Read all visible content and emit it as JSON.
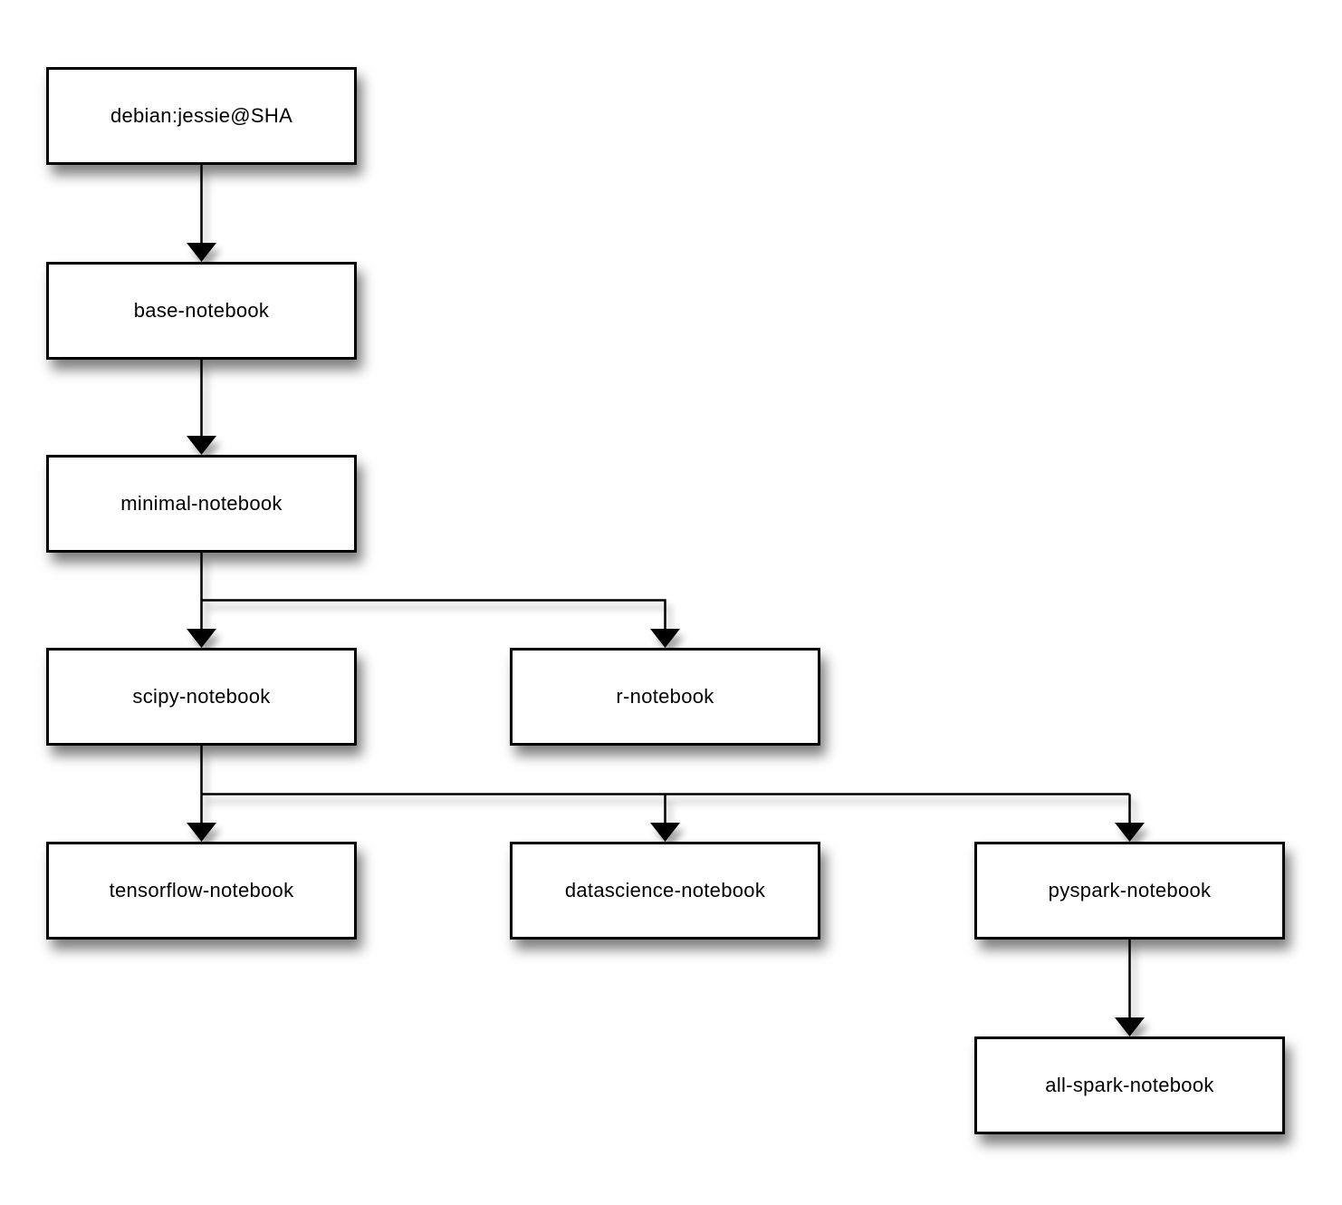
{
  "diagram": {
    "type": "flowchart",
    "background_color": "#ffffff",
    "node_fill_color": "#ffffff",
    "node_border_color": "#000000",
    "text_color": "#000000",
    "connector_color": "#000000",
    "nodes": [
      {
        "id": "debian-jessie",
        "label": "debian:jessie@SHA"
      },
      {
        "id": "base-notebook",
        "label": "base-notebook"
      },
      {
        "id": "minimal-notebook",
        "label": "minimal-notebook"
      },
      {
        "id": "scipy-notebook",
        "label": "scipy-notebook"
      },
      {
        "id": "r-notebook",
        "label": "r-notebook"
      },
      {
        "id": "tensorflow-notebook",
        "label": "tensorflow-notebook"
      },
      {
        "id": "datascience-notebook",
        "label": "datascience-notebook"
      },
      {
        "id": "pyspark-notebook",
        "label": "pyspark-notebook"
      },
      {
        "id": "all-spark-notebook",
        "label": "all-spark-notebook"
      }
    ],
    "edges": [
      {
        "from": "debian-jessie",
        "to": "base-notebook"
      },
      {
        "from": "base-notebook",
        "to": "minimal-notebook"
      },
      {
        "from": "minimal-notebook",
        "to": "scipy-notebook"
      },
      {
        "from": "minimal-notebook",
        "to": "r-notebook"
      },
      {
        "from": "scipy-notebook",
        "to": "tensorflow-notebook"
      },
      {
        "from": "scipy-notebook",
        "to": "datascience-notebook"
      },
      {
        "from": "scipy-notebook",
        "to": "pyspark-notebook"
      },
      {
        "from": "pyspark-notebook",
        "to": "all-spark-notebook"
      }
    ]
  }
}
